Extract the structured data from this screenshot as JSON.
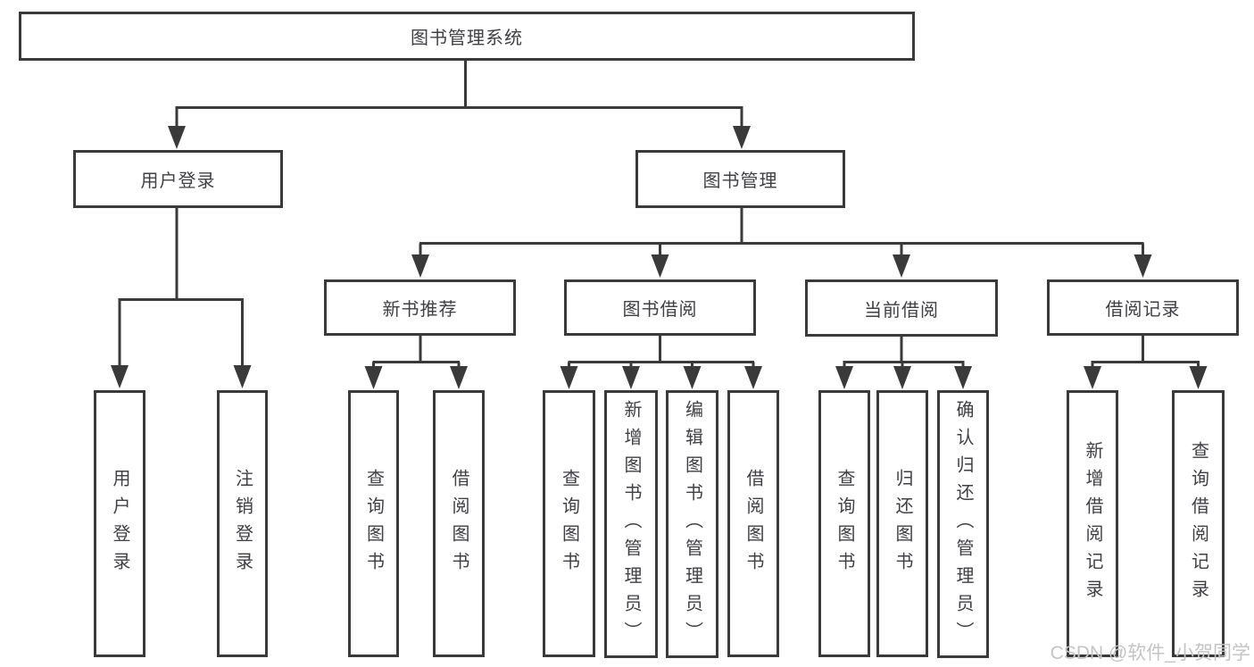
{
  "tree": {
    "label": "图书管理系统",
    "children": [
      {
        "label": "用户登录",
        "children": [
          {
            "label": "用户登录"
          },
          {
            "label": "注销登录"
          }
        ]
      },
      {
        "label": "图书管理",
        "children": [
          {
            "label": "新书推荐",
            "children": [
              {
                "label": "查询图书"
              },
              {
                "label": "借阅图书"
              }
            ]
          },
          {
            "label": "图书借阅",
            "children": [
              {
                "label": "查询图书"
              },
              {
                "label": "新增图书（管理员）"
              },
              {
                "label": "编辑图书（管理员）"
              },
              {
                "label": "借阅图书"
              }
            ]
          },
          {
            "label": "当前借阅",
            "children": [
              {
                "label": "查询图书"
              },
              {
                "label": "归还图书"
              },
              {
                "label": "确认归还（管理员）"
              }
            ]
          },
          {
            "label": "借阅记录",
            "children": [
              {
                "label": "新增借阅记录"
              },
              {
                "label": "查询借阅记录"
              }
            ]
          }
        ]
      }
    ]
  },
  "watermark": {
    "text": "CSDN @软件_小贺同学"
  },
  "colors": {
    "line": "#3a3a3a",
    "text": "#3f3f44",
    "watermark": "#c4c4c4",
    "bg": "#ffffff"
  }
}
